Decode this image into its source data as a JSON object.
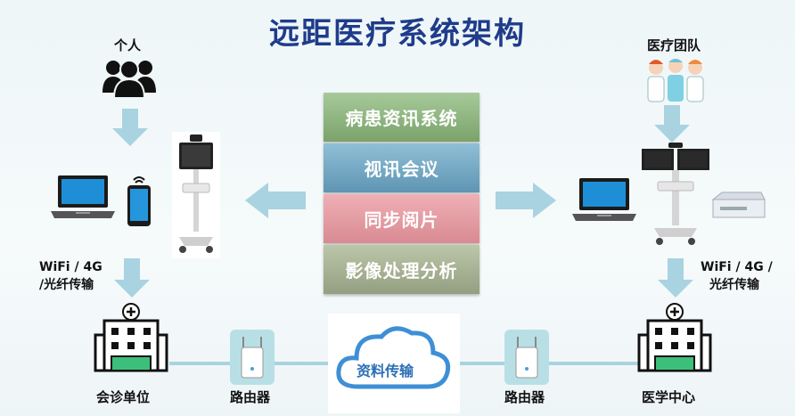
{
  "title": "远距医疗系统架构",
  "left": {
    "person_label": "个人",
    "wifi_label_line1": "WiFi / 4G",
    "wifi_label_line2": "/光纤传输",
    "hospital_label": "会诊单位",
    "router_label": "路由器"
  },
  "right": {
    "team_label": "医疗团队",
    "wifi_label_line1": "WiFi / 4G /",
    "wifi_label_line2": "光纤传输",
    "hospital_label": "医学中心",
    "router_label": "路由器"
  },
  "center": {
    "systems": [
      "病患资讯系统",
      "视讯会议",
      "同步阅片",
      "影像处理分析"
    ],
    "cloud_label": "资料传输"
  },
  "colors": {
    "title": "#1f3c8a",
    "arrow": "#a9d3e0",
    "hospital_green": "#3bbf7a",
    "router_bg": "#b9dfe6"
  }
}
